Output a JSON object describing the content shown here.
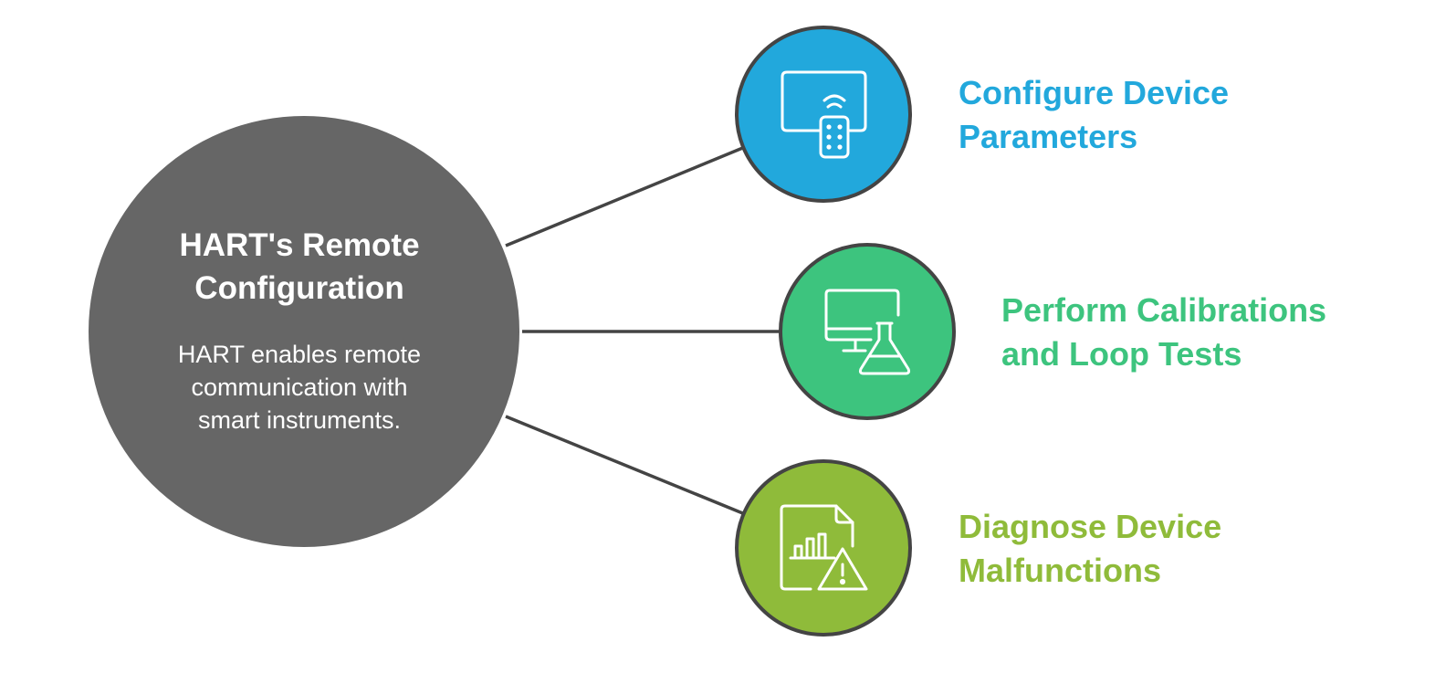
{
  "center": {
    "title_line1": "HART's Remote",
    "title_line2": "Configuration",
    "desc_line1": "HART enables remote",
    "desc_line2": "communication with",
    "desc_line3": "smart instruments.",
    "color": "#666666"
  },
  "branches": [
    {
      "line1": "Configure Device",
      "line2": "Parameters",
      "icon": "remote-control-monitor-icon",
      "color": "#22a8dc"
    },
    {
      "line1": "Perform Calibrations",
      "line2": "and Loop Tests",
      "icon": "monitor-flask-icon",
      "color": "#3dc47e"
    },
    {
      "line1": "Diagnose Device",
      "line2": "Malfunctions",
      "icon": "report-warning-icon",
      "color": "#8fbb3a"
    }
  ],
  "colors": {
    "outline": "#444444",
    "connector": "#444444",
    "icon_stroke": "#ffffff"
  }
}
